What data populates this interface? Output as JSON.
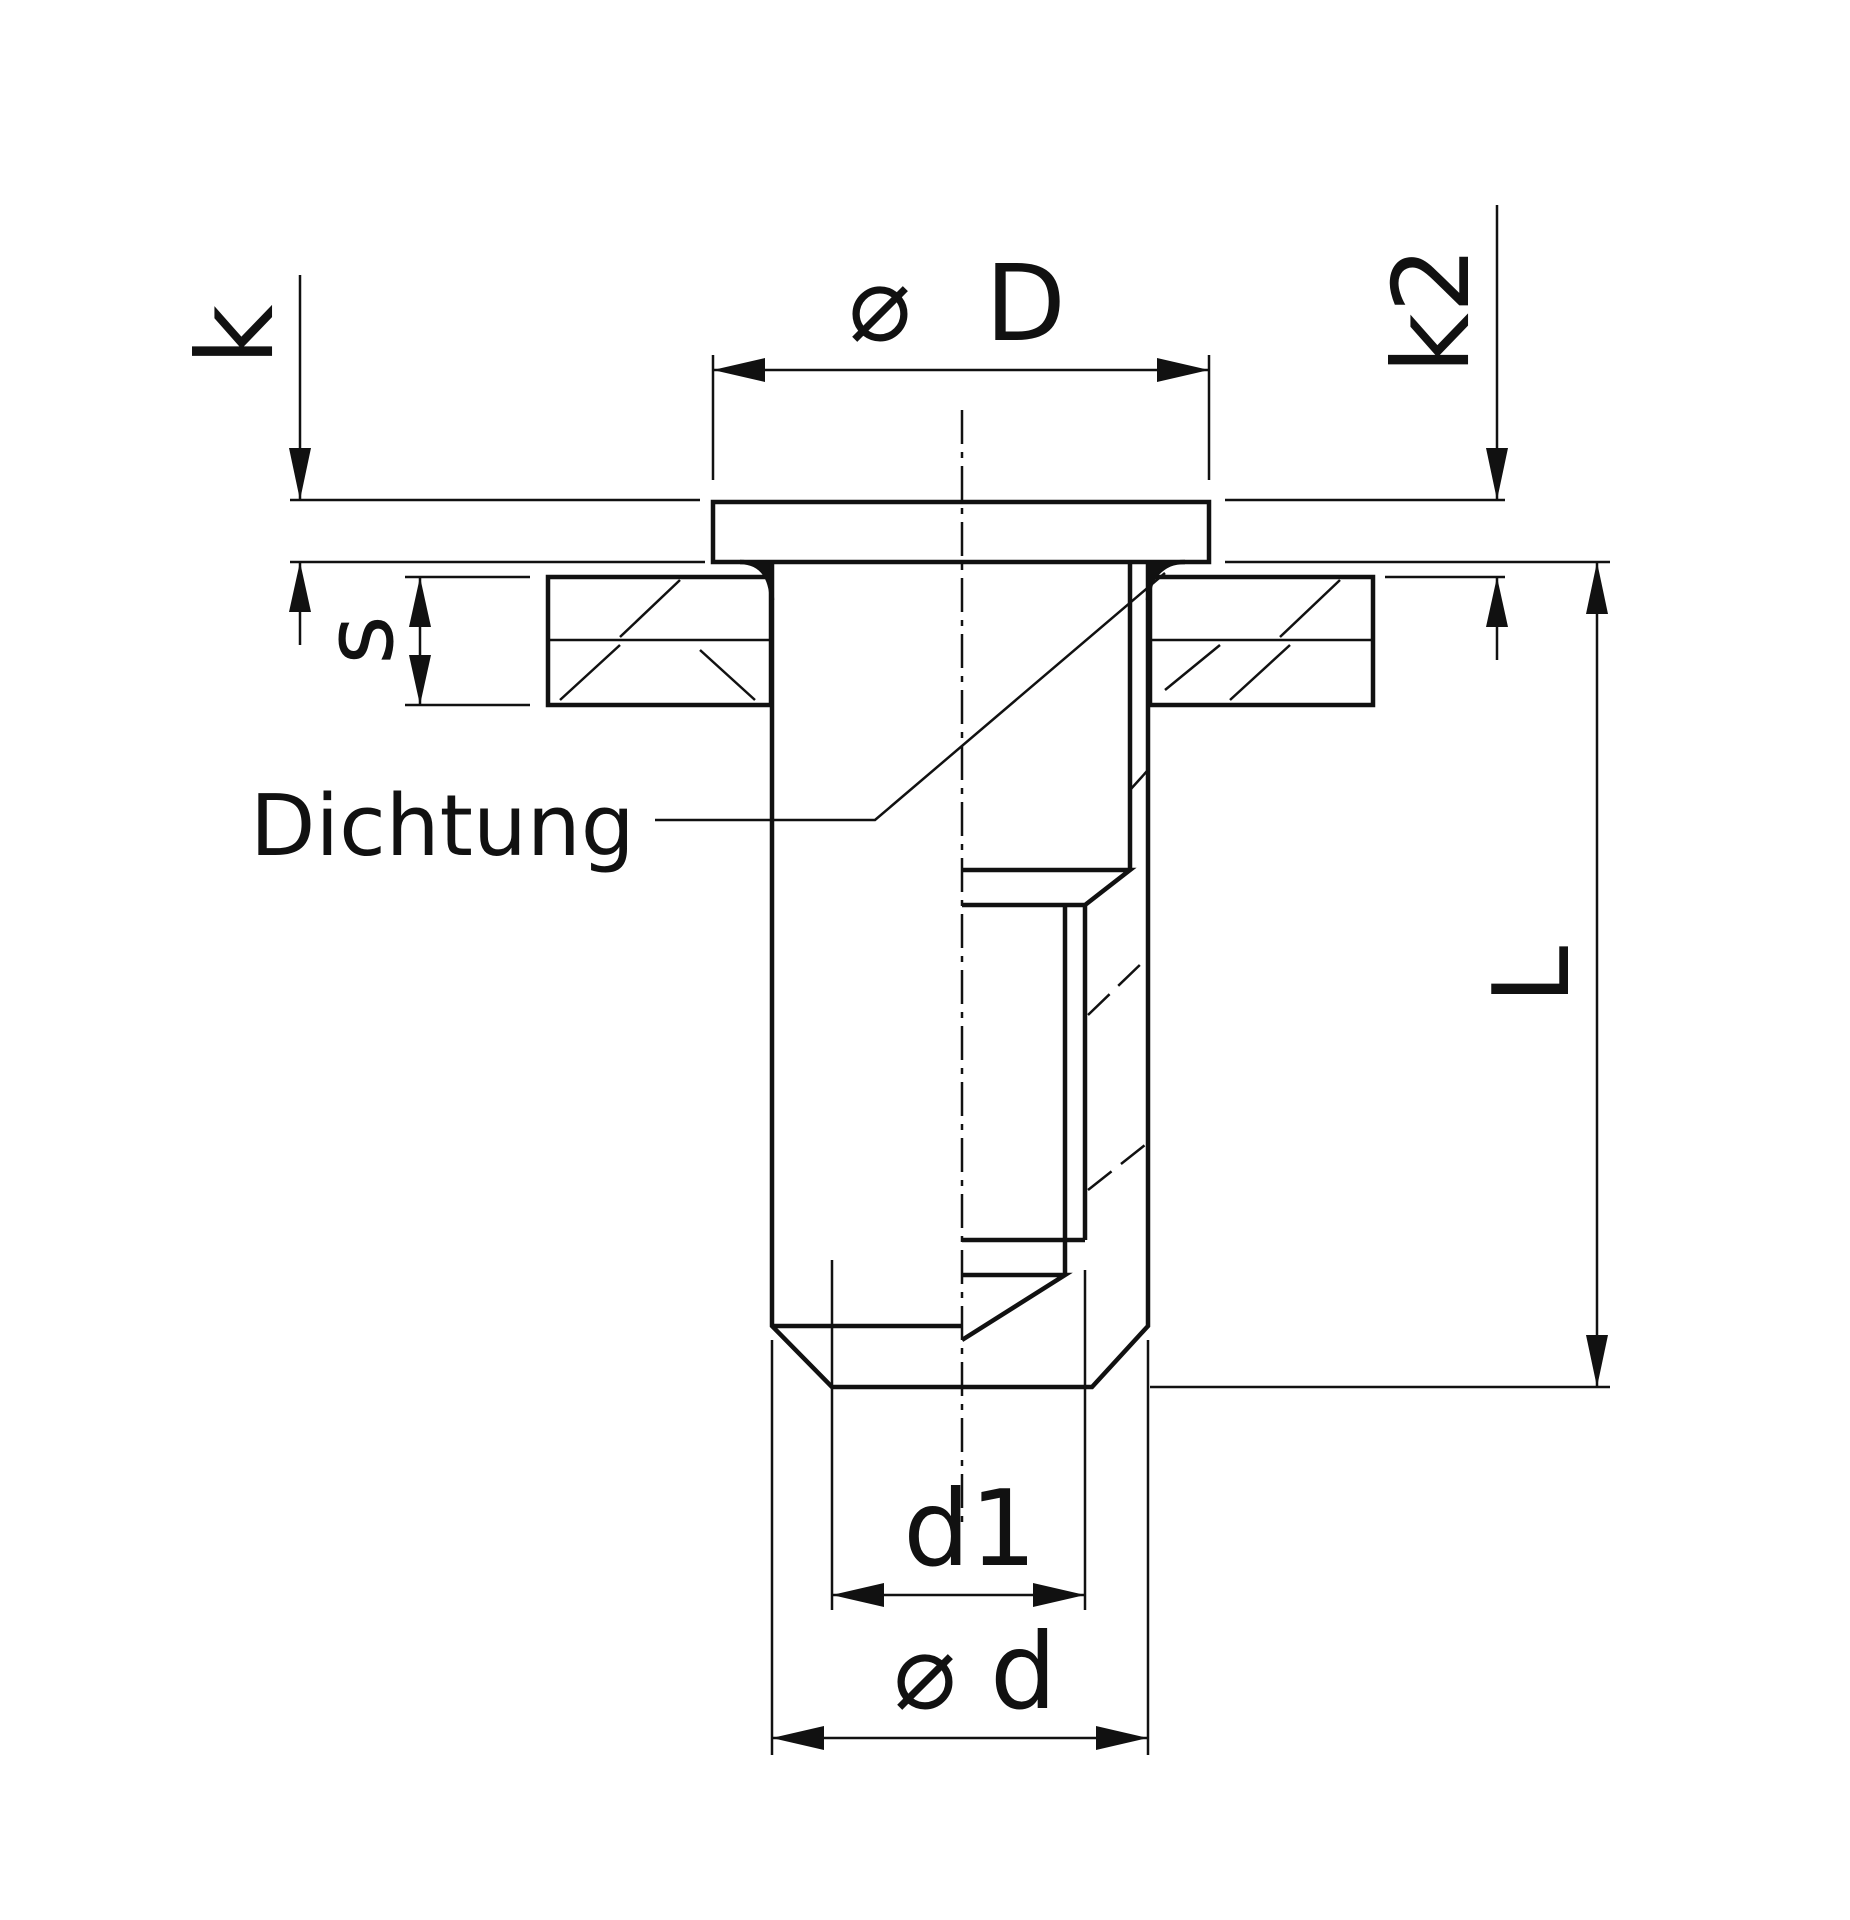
{
  "labels": {
    "diameter_D": "D",
    "diameter_symbol": "⌀",
    "k": "k",
    "k2": "k2",
    "s": "s",
    "L": "L",
    "d1": "d1",
    "diameter_d": "d",
    "seal": "Dichtung"
  },
  "colors": {
    "line": "#111111",
    "background": "#ffffff"
  }
}
